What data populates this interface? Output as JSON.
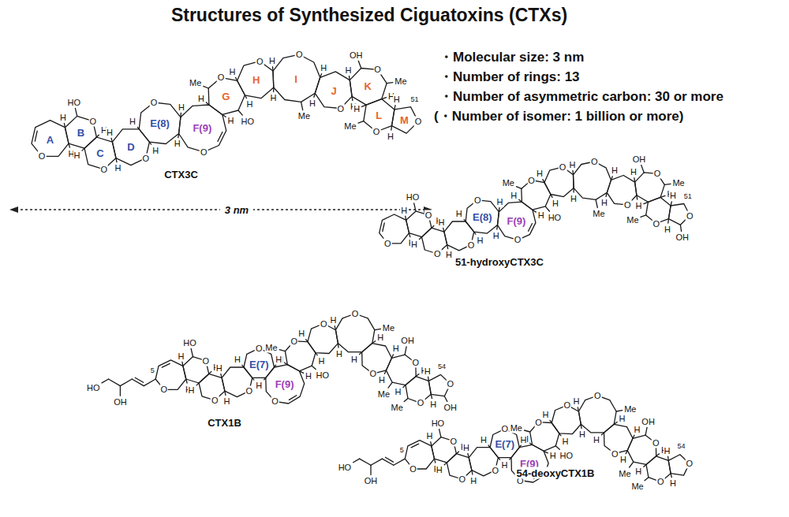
{
  "diagram": {
    "title": "Structures of Synthesized Ciguatoxins (CTXs)",
    "labels": [
      "・Molecular size: 3 nm",
      "・Number of rings: 13",
      "・Number of asymmetric carbon: 30 or more",
      "(・Number of isomer: 1 billion or more)",
      "3 nm",
      "A",
      "B",
      "C",
      "D",
      "E(8)",
      "F(9)",
      "G",
      "H",
      "I",
      "J",
      "K",
      "L",
      "M",
      "CTX3C",
      "H",
      "H",
      "H",
      "H",
      "H",
      "H",
      "H",
      "H",
      "H",
      "H",
      "H",
      "H",
      "H",
      "H",
      "H",
      "H",
      "H",
      "H",
      "H",
      "H",
      "H",
      "H",
      "H",
      "H",
      "O",
      "O",
      "O",
      "O",
      "O",
      "O",
      "O",
      "O",
      "O",
      "O",
      "O",
      "O",
      "O",
      "HO",
      "HO",
      "Me",
      "Me",
      "Me",
      "OH",
      "Me",
      "51",
      "E(8)",
      "F(9)",
      "51-hydroxyCTX3C",
      "H",
      "H",
      "H",
      "H",
      "H",
      "H",
      "H",
      "H",
      "H",
      "H",
      "H",
      "H",
      "H",
      "H",
      "H",
      "H",
      "H",
      "H",
      "H",
      "H",
      "H",
      "H",
      "H",
      "H",
      "O",
      "O",
      "O",
      "O",
      "O",
      "O",
      "O",
      "O",
      "O",
      "O",
      "O",
      "O",
      "O",
      "HO",
      "HO",
      "Me",
      "Me",
      "Me",
      "OH",
      "Me",
      "OH",
      "51",
      "E(7)",
      "F(9)",
      "CTX1B",
      "H",
      "H",
      "H",
      "H",
      "H",
      "H",
      "H",
      "H",
      "H",
      "H",
      "H",
      "H",
      "H",
      "H",
      "H",
      "H",
      "H",
      "H",
      "H",
      "H",
      "H",
      "H",
      "H",
      "H",
      "O",
      "O",
      "O",
      "O",
      "O",
      "O",
      "O",
      "O",
      "O",
      "O",
      "O",
      "O",
      "O",
      "HO",
      "HO",
      "Me",
      "Me",
      "Me",
      "OH",
      "Me",
      "OH",
      "OH",
      "HO",
      "5",
      "54",
      "E(7)",
      "F(9)",
      "54-deoxyCTX1B",
      "H",
      "H",
      "H",
      "H",
      "H",
      "H",
      "H",
      "H",
      "H",
      "H",
      "H",
      "H",
      "H",
      "H",
      "H",
      "H",
      "H",
      "H",
      "H",
      "H",
      "H",
      "H",
      "H",
      "H",
      "O",
      "O",
      "O",
      "O",
      "O",
      "O",
      "O",
      "O",
      "O",
      "O",
      "O",
      "O",
      "O",
      "HO",
      "HO",
      "Me",
      "Me",
      "Me",
      "OH",
      "Me",
      "OH",
      "HO",
      "5",
      "54"
    ]
  }
}
